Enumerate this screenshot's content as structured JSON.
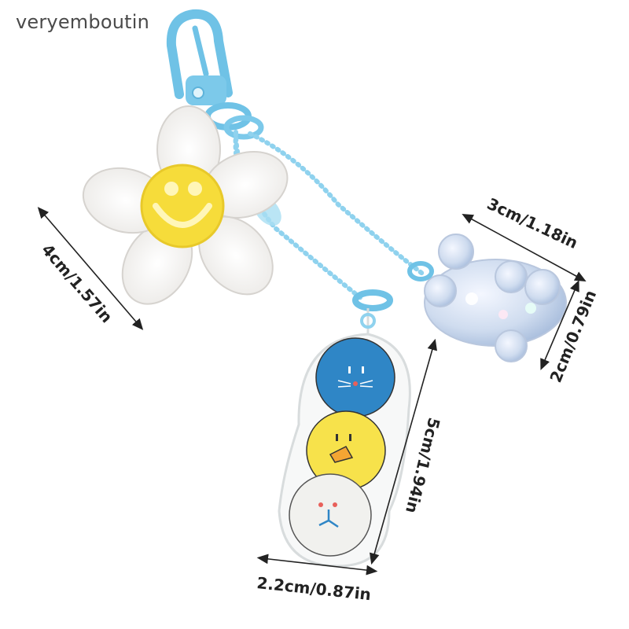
{
  "brand": "veryemboutin",
  "dimensions": {
    "flower": "4cm/1.57in",
    "bear_width": "3cm/1.18in",
    "bear_height": "2cm/0.79in",
    "tag_height": "5cm/1.94in",
    "tag_width": "2.2cm/0.87in"
  },
  "colors": {
    "clasp": "#7cc9ea",
    "flower_center": "#f6dc3a",
    "blue_face": "#2f86c6",
    "yellow_face": "#f7e24b",
    "white_face": "#f1f1ee"
  }
}
